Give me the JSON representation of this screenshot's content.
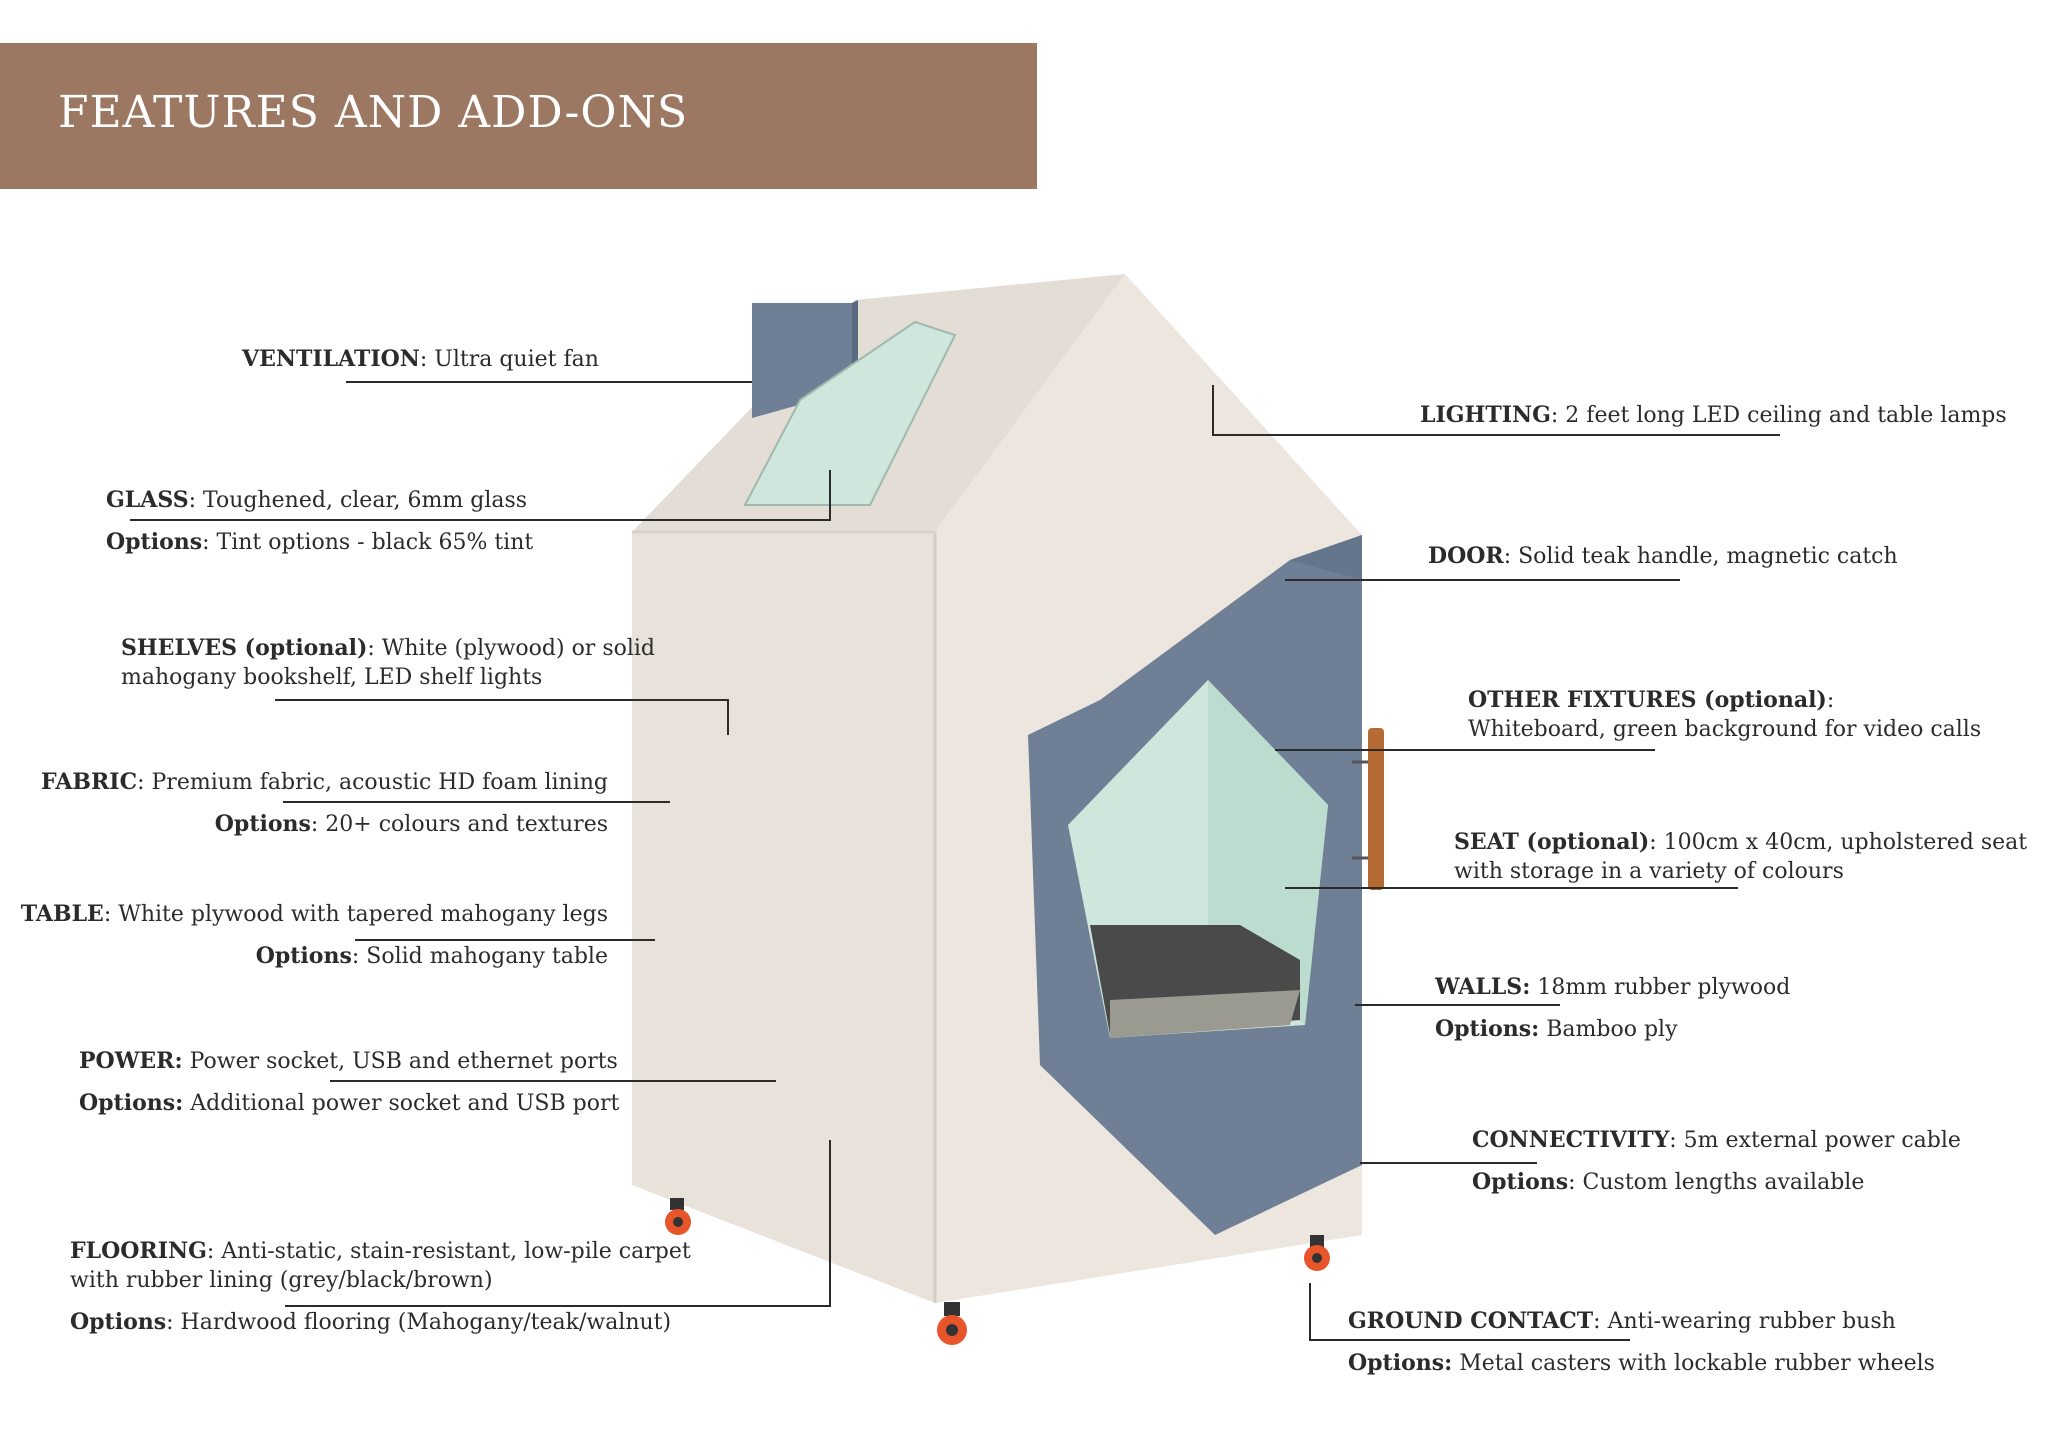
{
  "page_title": "FEATURES AND ADD-ONS",
  "colors": {
    "banner": "#9c7761",
    "fabric": "#ece6df",
    "panel": "#6f7f96",
    "glass": "#cfe6dc",
    "handle": "#b56a34",
    "wheel": "#e8552a"
  },
  "annotations": {
    "ventilation": {
      "label": "VENTILATION",
      "text": ": Ultra quiet fan"
    },
    "glass": {
      "label": "GLASS",
      "text": ": Toughened, clear, 6mm glass",
      "opt_label": "Options",
      "opt_text": ": Tint options - black 65% tint"
    },
    "shelves": {
      "label": "SHELVES (optional)",
      "text": ": White (plywood) or solid",
      "text2": "mahogany bookshelf, LED shelf lights"
    },
    "fabric": {
      "label": "FABRIC",
      "text": ": Premium fabric, acoustic HD foam lining",
      "opt_label": "Options",
      "opt_text": ": 20+ colours and textures"
    },
    "table": {
      "label": "TABLE",
      "text": ": White plywood with tapered mahogany legs",
      "opt_label": "Options",
      "opt_text": ": Solid mahogany table"
    },
    "power": {
      "label": "POWER:",
      "text": " Power socket, USB and ethernet ports",
      "opt_label": "Options:",
      "opt_text": " Additional power socket and USB port"
    },
    "flooring": {
      "label": "FLOORING",
      "text": ": Anti-static, stain-resistant, low-pile carpet",
      "text2": "with rubber lining (grey/black/brown)",
      "opt_label": "Options",
      "opt_text": ": Hardwood flooring (Mahogany/teak/walnut)"
    },
    "lighting": {
      "label": "LIGHTING",
      "text": ": 2 feet long LED ceiling and table lamps"
    },
    "door": {
      "label": "DOOR",
      "text": ": Solid teak handle, magnetic catch"
    },
    "fixtures": {
      "label": "OTHER FIXTURES (optional)",
      "text": ":",
      "text2": "Whiteboard, green background for video calls"
    },
    "seat": {
      "label": "SEAT (optional)",
      "text": ": 100cm x 40cm, upholstered seat",
      "text2": "with storage in a variety of colours"
    },
    "walls": {
      "label": "WALLS:",
      "text": " 18mm rubber plywood",
      "opt_label": "Options:",
      "opt_text": " Bamboo ply"
    },
    "connectivity": {
      "label": "CONNECTIVITY",
      "text": ": 5m external power cable",
      "opt_label": "Options",
      "opt_text": ": Custom lengths available"
    },
    "ground": {
      "label": "GROUND CONTACT",
      "text": ": Anti-wearing rubber bush",
      "opt_label": "Options:",
      "opt_text": " Metal casters with lockable rubber wheels"
    }
  }
}
